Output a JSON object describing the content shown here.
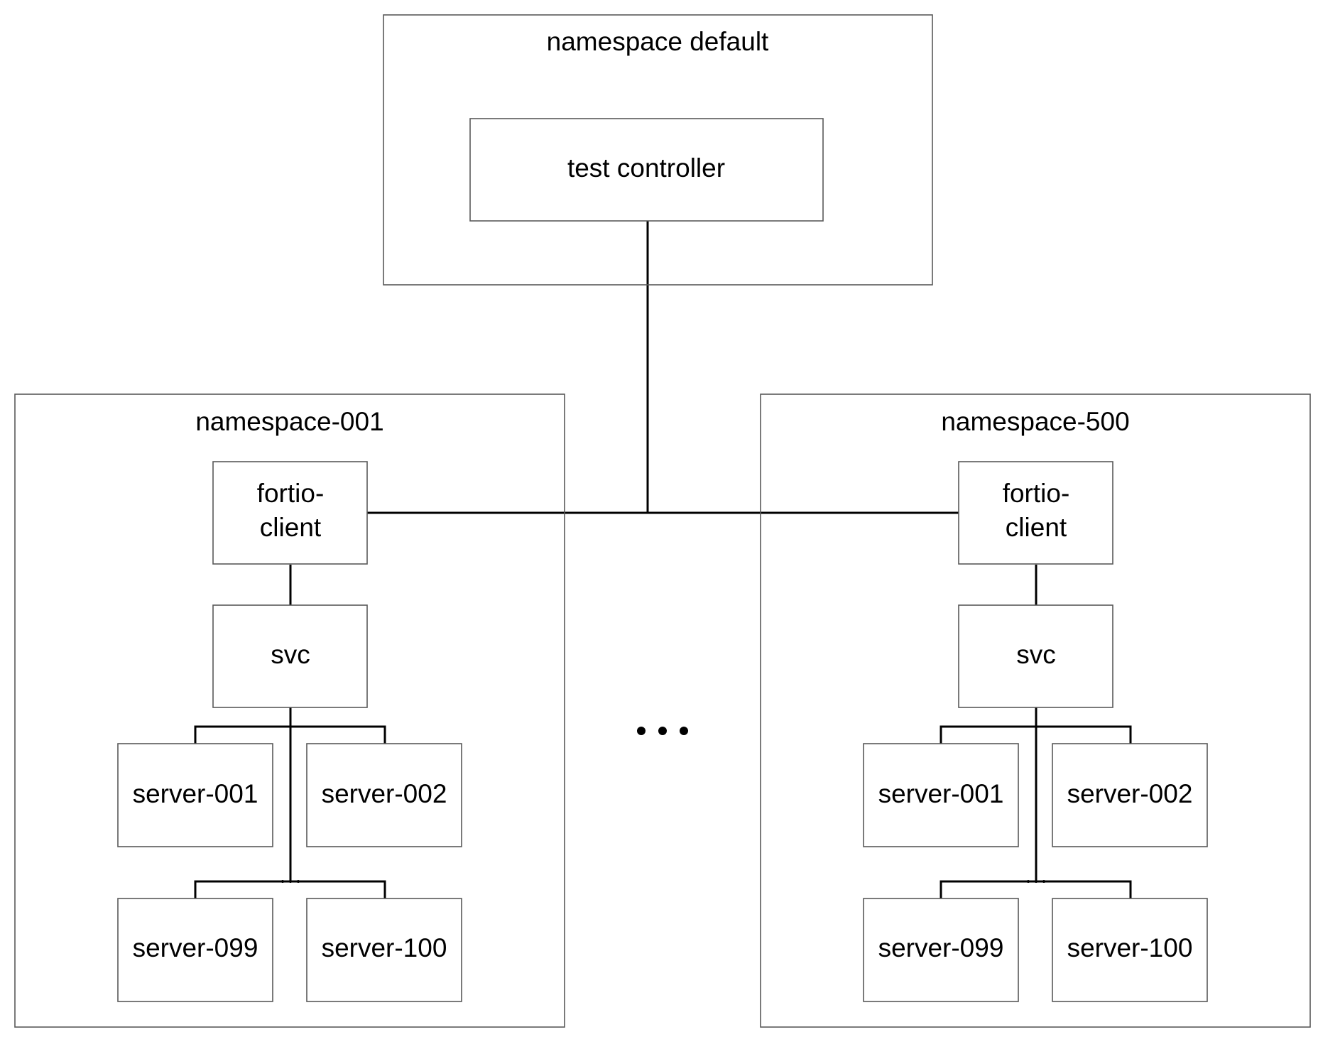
{
  "default_namespace": {
    "title": "namespace default",
    "controller_label": "test controller"
  },
  "namespaces": [
    {
      "title": "namespace-001",
      "client_label": [
        "fortio-",
        "client"
      ],
      "svc_label": "svc",
      "servers": [
        "server-001",
        "server-002",
        "server-099",
        "server-100"
      ]
    },
    {
      "title": "namespace-500",
      "client_label": [
        "fortio-",
        "client"
      ],
      "svc_label": "svc",
      "servers": [
        "server-001",
        "server-002",
        "server-099",
        "server-100"
      ]
    }
  ],
  "colors": {
    "box_stroke": "#595959",
    "connector": "#000000",
    "text": "#000000",
    "background": "#ffffff"
  }
}
